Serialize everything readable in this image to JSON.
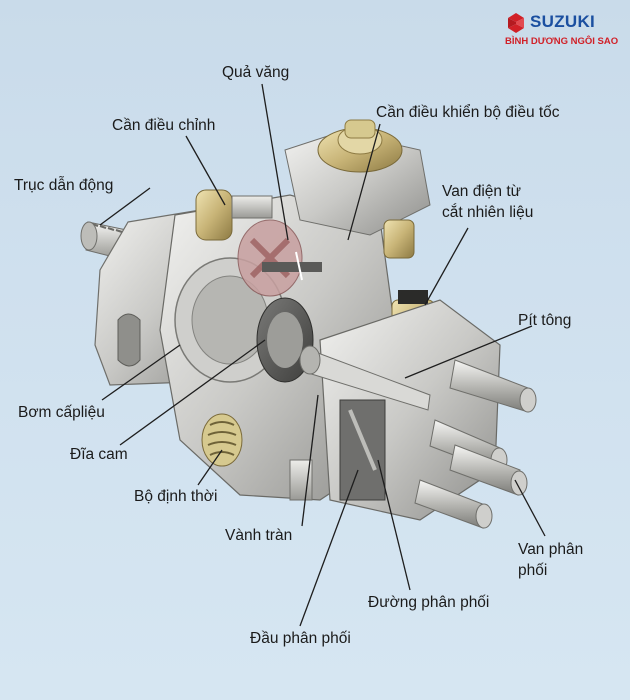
{
  "logo": {
    "brand": "SUZUKI",
    "subtitle": "BÌNH DƯƠNG NGÔI SAO",
    "icon": "suzuki-s-icon",
    "colors": {
      "brand_blue": "#1b4fa0",
      "brand_red": "#d12027"
    }
  },
  "labels": {
    "qua_vang": "Quả văng",
    "can_dieu_chinh": "Cần điều chỉnh",
    "can_dieu_khien": "Cần điều khiển bộ điều tốc",
    "truc_dan_dong": "Trục dẫn động",
    "van_dien_tu_1": "Van điện từ",
    "van_dien_tu_2": "cắt nhiên liệu",
    "pit_tong": "Pít tông",
    "bom_cap_lieu": "Bơm cấpliệu",
    "dia_cam": "Đĩa cam",
    "bo_dinh_thoi": "Bộ định thời",
    "vanh_tran": "Vành tràn",
    "van_phan_phoi_1": "Van phân",
    "van_phan_phoi_2": "phối",
    "duong_phan_phoi": "Đường phân phối",
    "dau_phan_phoi": "Đầu phân phối"
  }
}
